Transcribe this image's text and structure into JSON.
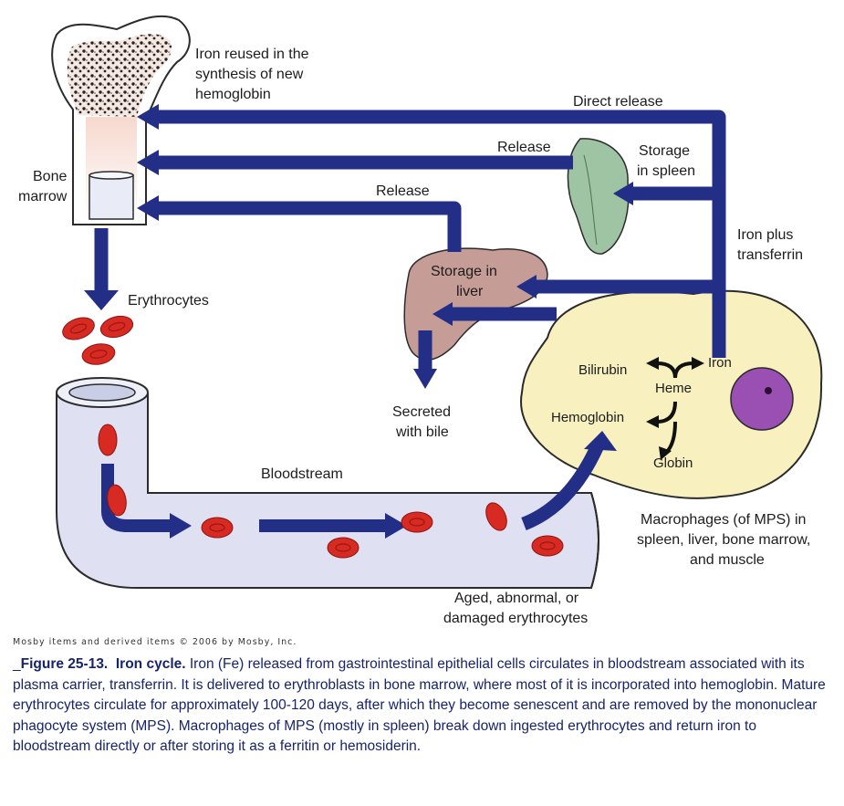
{
  "labels": {
    "iron_reused": [
      "Iron reused in the",
      "synthesis of new",
      "hemoglobin"
    ],
    "bone_marrow": [
      "Bone",
      "marrow"
    ],
    "direct_release": "Direct release",
    "release_spleen": "Release",
    "release_liver": "Release",
    "storage_spleen": [
      "Storage",
      "in spleen"
    ],
    "iron_plus_transferrin": [
      "Iron plus",
      "transferrin"
    ],
    "storage_liver": [
      "Storage in",
      "liver"
    ],
    "erythrocytes": "Erythrocytes",
    "bilirubin": "Bilirubin",
    "iron": "Iron",
    "heme": "Heme",
    "hemoglobin": "Hemoglobin",
    "globin": "Globin",
    "secreted_with_bile": [
      "Secreted",
      "with bile"
    ],
    "bloodstream": "Bloodstream",
    "macrophages": [
      "Macrophages (of MPS) in",
      "spleen, liver, bone marrow,",
      "and muscle"
    ],
    "aged_erythrocytes": [
      "Aged, abnormal, or",
      "damaged erythrocytes"
    ]
  },
  "credit": "Mosby items and derived items © 2006 by Mosby, Inc.",
  "caption": {
    "prefix": "_",
    "figure_number": "Figure 25-13.",
    "title": "Iron cycle.",
    "body": "Iron (Fe) released from gastrointestinal epithelial cells circulates in bloodstream associated with its plasma carrier, transferrin. It is delivered to erythroblasts in bone marrow, where most of it is incorporated into hemoglobin. Mature erythrocytes circulate for approximately 100-120 days, after which they become senescent and are removed by the mononuclear phagocyte system (MPS). Macrophages of MPS (mostly in spleen) break down ingested erythrocytes and return iron to bloodstream directly or after storing it as a ferritin or hemosiderin."
  },
  "colors": {
    "arrow": "#232f86",
    "vessel": "#dfe1f3",
    "macrophage": "#f8f1bf",
    "liver": "#c69c96",
    "spleen": "#9ec4a3",
    "nucleus": "#9a4fb3",
    "rbc": "#d62a22",
    "caption_text": "#17246b"
  }
}
